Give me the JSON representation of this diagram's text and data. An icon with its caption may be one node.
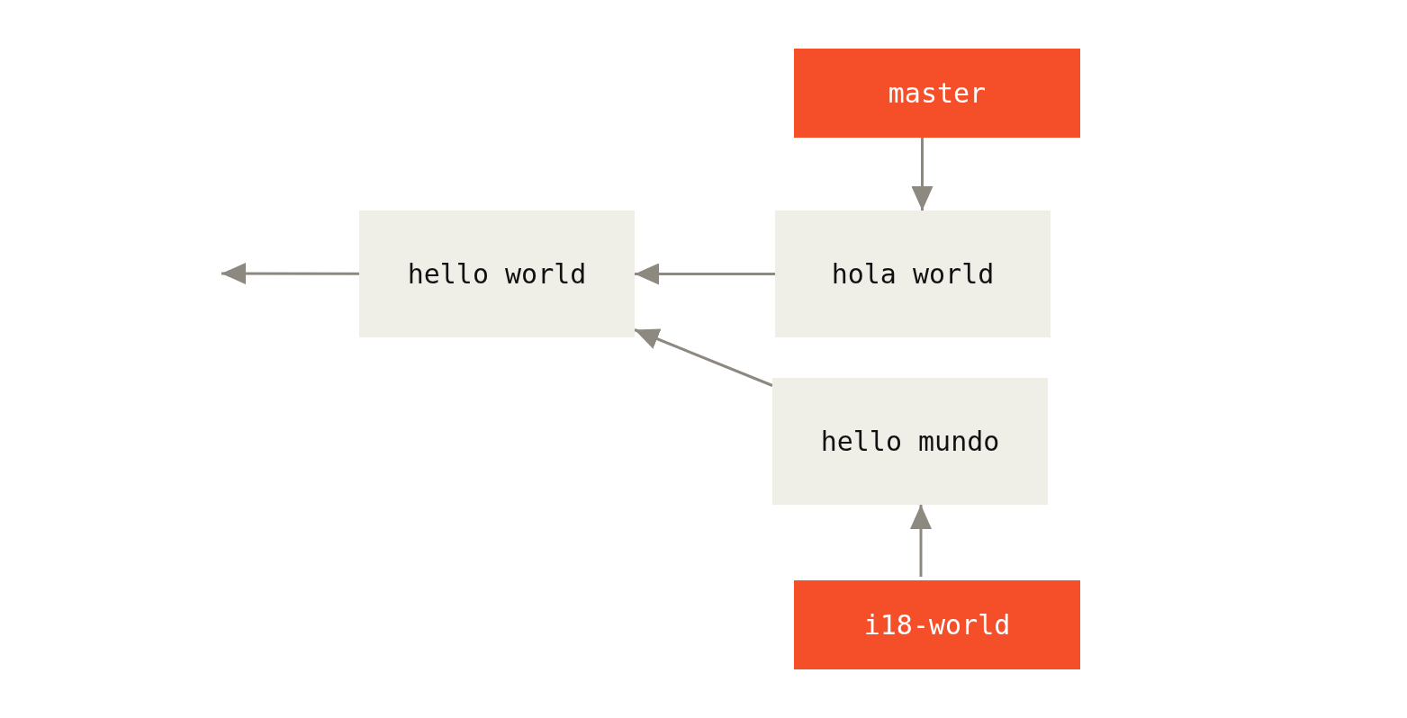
{
  "diagram": {
    "nodes": [
      {
        "text": [
          "master"
        ]
      },
      {
        "text": [
          "hello world"
        ]
      },
      {
        "text": [
          "hola world"
        ]
      },
      {
        "text": [
          "hello mundo"
        ]
      },
      {
        "text": [
          "i18-world"
        ]
      }
    ],
    "edges": [
      {
        "from": 0,
        "to": 2,
        "arrow": "to"
      },
      {
        "from": 2,
        "to": 1,
        "arrow": "to"
      },
      {
        "from": 3,
        "to": 1,
        "arrow": "to"
      },
      {
        "from": 4,
        "to": 3,
        "arrow": "to"
      },
      {
        "from": 1,
        "to": null,
        "arrow": "to"
      }
    ]
  }
}
